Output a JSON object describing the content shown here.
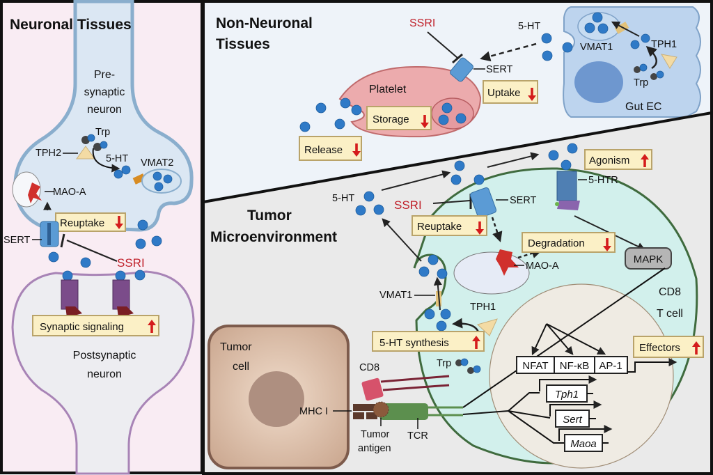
{
  "panels": {
    "neuronal": {
      "title": "Neuronal Tissues",
      "presynaptic": [
        "Pre-",
        "synaptic",
        "neuron"
      ],
      "postsynaptic": [
        "Postsynaptic",
        "neuron"
      ],
      "labels": {
        "trp": "Trp",
        "tph2": "TPH2",
        "ht": "5-HT",
        "vmat2": "VMAT2",
        "maoa": "MAO-A",
        "sert": "SERT",
        "ssri": "SSRI"
      },
      "boxes": {
        "reuptake": "Reuptake",
        "signaling": "Synaptic signaling"
      }
    },
    "non_neuronal": {
      "title": [
        "Non-Neuronal",
        "Tissues"
      ],
      "labels": {
        "ssri": "SSRI",
        "ht": "5-HT",
        "sert": "SERT",
        "platelet": "Platelet",
        "vmat1": "VMAT1",
        "tph1": "TPH1",
        "trp": "Trp",
        "gut_ec": "Gut EC"
      },
      "boxes": {
        "uptake": "Uptake",
        "storage": "Storage",
        "release": "Release"
      }
    },
    "tumor": {
      "title": [
        "Tumor",
        "Microenvironment"
      ],
      "labels": {
        "ht": "5-HT",
        "ssri": "SSRI",
        "sert": "SERT",
        "htr": "5-HTR",
        "maoa": "MAO-A",
        "mapk": "MAPK",
        "vmat1": "VMAT1",
        "tph1": "TPH1",
        "trp": "Trp",
        "cd8_tcell": [
          "CD8",
          "T cell"
        ],
        "tumor_cell": [
          "Tumor",
          "cell"
        ],
        "cd8": "CD8",
        "mhc": "MHC I",
        "antigen": [
          "Tumor",
          "antigen"
        ],
        "tcr": "TCR"
      },
      "boxes": {
        "agonism": "Agonism",
        "reuptake": "Reuptake",
        "degradation": "Degradation",
        "synthesis": "5-HT synthesis",
        "effectors": "Effectors"
      },
      "transcription_factors": [
        "NFAT",
        "NF-κB",
        "AP-1"
      ],
      "genes": [
        "Tph1",
        "Sert",
        "Maoa"
      ]
    }
  },
  "arrows": {
    "up": "up",
    "down": "down"
  },
  "colors": {
    "serotonin": "#2f7ac7",
    "ssri": "#c0202a",
    "indicator_arrow": "#d41c1c",
    "label_box": "#fbf0c6"
  }
}
